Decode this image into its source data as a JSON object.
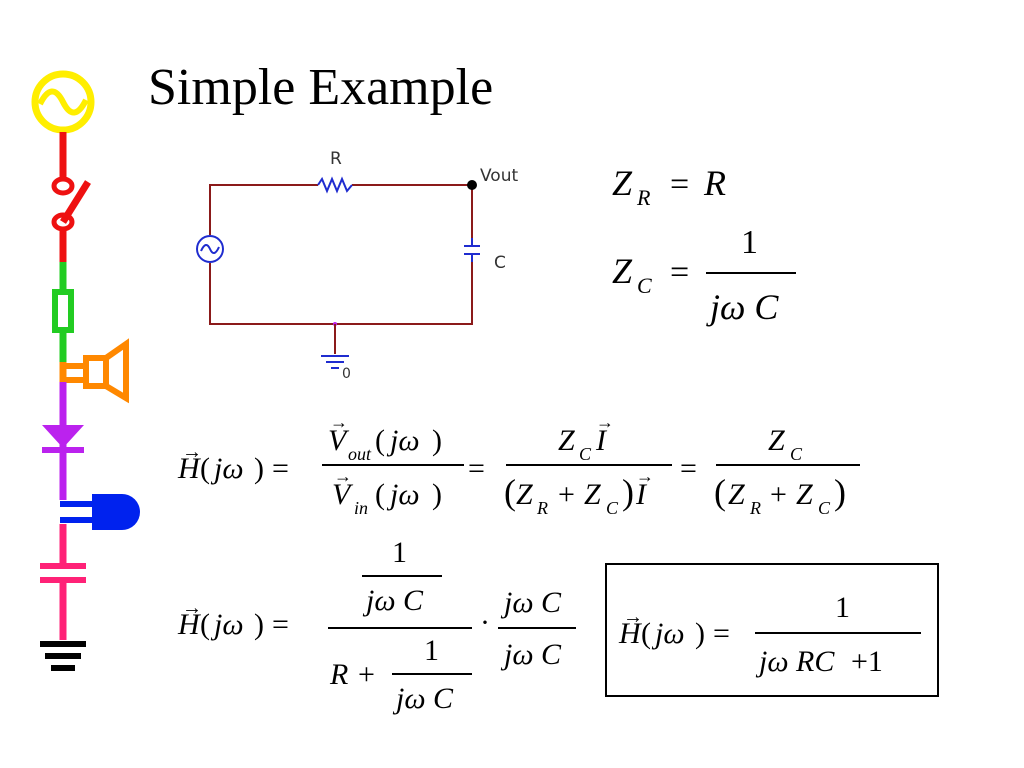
{
  "slide": {
    "title": "Simple Example"
  },
  "circuit": {
    "resistor_label": "R",
    "output_label": "Vout",
    "capacitor_label": "C",
    "ground_label": "0",
    "wire_color": "#8b1a1a",
    "component_color": "#1f2ccf"
  },
  "sidebar_icon_strip": {
    "icons": [
      "ac-source-icon",
      "switch-icon",
      "fuse-icon",
      "speaker-icon",
      "diode-icon",
      "led-icon",
      "capacitor-icon",
      "ground-icon"
    ],
    "colors": [
      "#ffee00",
      "#ee1111",
      "#22cc22",
      "#ff8800",
      "#bb22ee",
      "#0022ee",
      "#ff2277",
      "#000000"
    ]
  },
  "equations": {
    "zr": "Z_R = R",
    "zc": "Z_C = 1 / (jωC)",
    "h1": "H(jω) = V_out(jω)/V_in(jω) = Z_C I / ((Z_R + Z_C) I) = Z_C / (Z_R + Z_C)",
    "h2": "H(jω) = (1/(jωC)) / (R + 1/(jωC)) · (jωC)/(jωC)",
    "result_boxed": "H(jω) = 1 / (jωRC + 1)"
  }
}
